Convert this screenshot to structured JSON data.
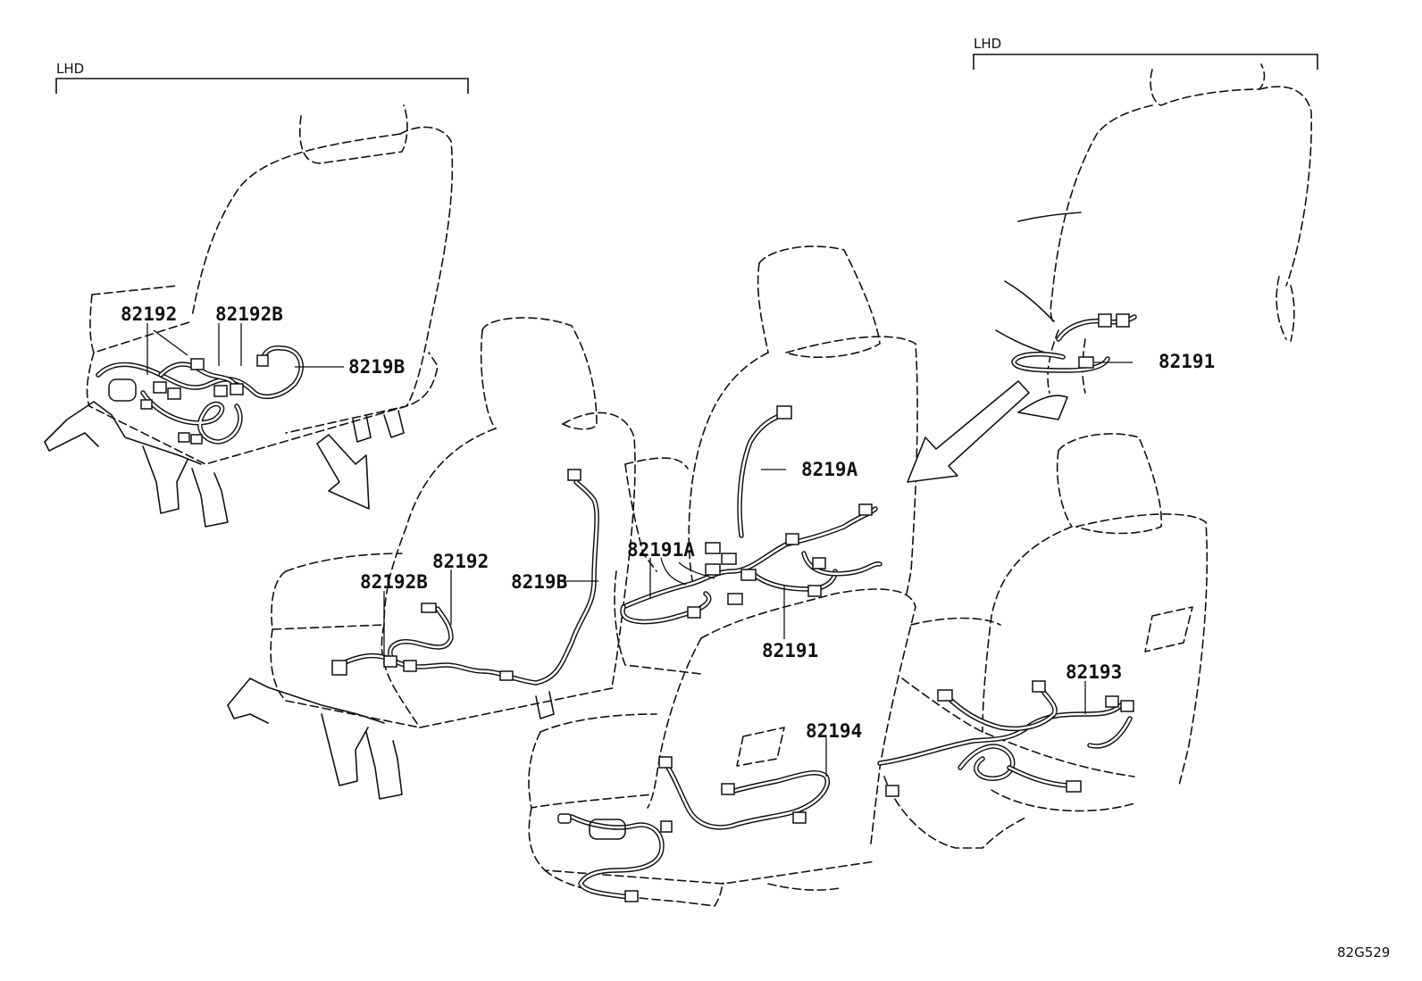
{
  "labels": {
    "lhd_left": "LHD",
    "lhd_right": "LHD",
    "diagram_code": "82G529"
  },
  "parts": {
    "p82192_a": "82192",
    "p82192B_a": "82192B",
    "p8219B_a": "8219B",
    "p82192_b": "82192",
    "p82192B_b": "82192B",
    "p8219B_b": "8219B",
    "p82191A": "82191A",
    "p8219A": "8219A",
    "p82191_a": "82191",
    "p82191_b": "82191",
    "p82193": "82193",
    "p82194": "82194"
  }
}
